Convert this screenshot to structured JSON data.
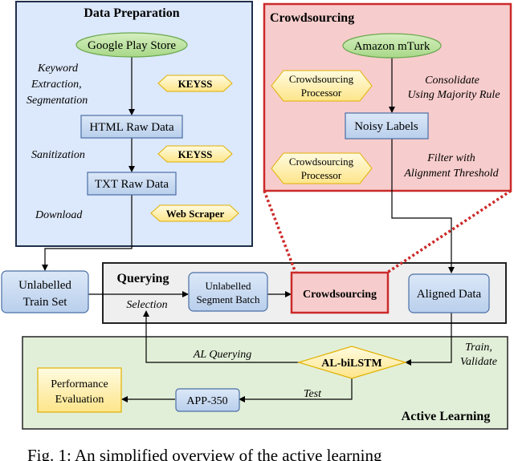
{
  "sections": {
    "data_preparation": "Data Preparation",
    "crowdsourcing": "Crowdsourcing",
    "querying": "Querying",
    "active_learning": "Active Learning"
  },
  "nodes": {
    "google_play": "Google Play Store",
    "html_raw": "HTML Raw Data",
    "txt_raw": "TXT Raw Data",
    "keyss1": "KEYSS",
    "keyss2": "KEYSS",
    "web_scraper": "Web Scraper",
    "amazon_mturk": "Amazon mTurk",
    "crowd_proc1_l1": "Crowdsourcing",
    "crowd_proc1_l2": "Processor",
    "noisy_labels": "Noisy Labels",
    "crowd_proc2_l1": "Crowdsourcing",
    "crowd_proc2_l2": "Processor",
    "unlabelled_train_l1": "Unlabelled",
    "unlabelled_train_l2": "Train Set",
    "unlabelled_batch_l1": "Unlabelled",
    "unlabelled_batch_l2": "Segment Batch",
    "crowdsourcing_box": "Crowdsourcing",
    "aligned_data": "Aligned Data",
    "al_bilstm": "AL-biLSTM",
    "app350": "APP-350",
    "perf_eval_l1": "Performance",
    "perf_eval_l2": "Evaluation"
  },
  "edge_labels": {
    "keyword_l1": "Keyword",
    "keyword_l2": "Extraction,",
    "keyword_l3": "Segmentation",
    "sanitization": "Sanitization",
    "download": "Download",
    "consolidate_l1": "Consolidate",
    "consolidate_l2": "Using Majority Rule",
    "filter_l1": "Filter with",
    "filter_l2": "Alignment Threshold",
    "selection": "Selection",
    "al_querying": "AL Querying",
    "train": "Train,",
    "validate": "Validate",
    "test": "Test"
  },
  "caption": "Fig. 1: An simplified overview of the active learning"
}
